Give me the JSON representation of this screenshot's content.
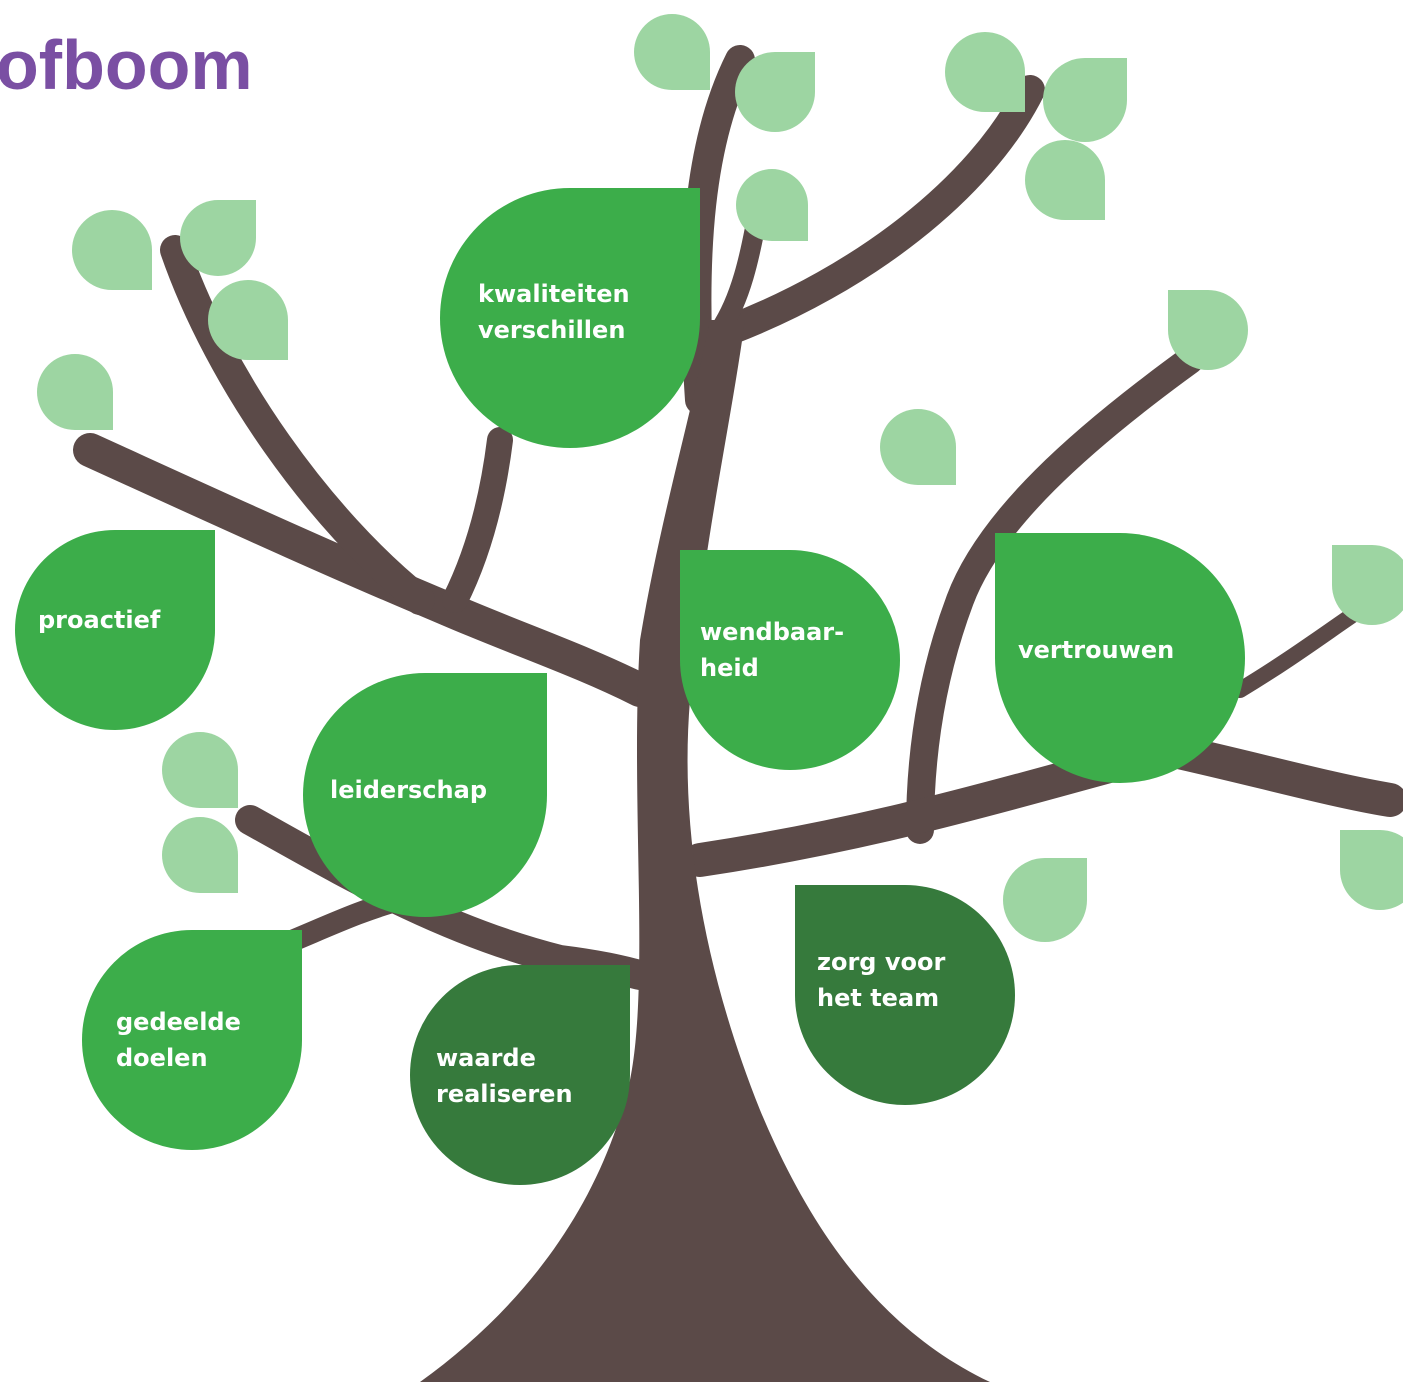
{
  "title": "ofboom",
  "colors": {
    "trunk": "#5b4a48",
    "leaf_light": "#9dd5a2",
    "leaf_medium": "#3cad4a",
    "leaf_dark": "#367a3c",
    "title": "#7a4fa3",
    "label": "#ffffff"
  },
  "leaves": [
    {
      "id": "kwaliteiten-verschillen",
      "lines": [
        "kwaliteiten",
        "verschillen"
      ],
      "shade": "medium"
    },
    {
      "id": "proactief",
      "lines": [
        "proactief"
      ],
      "shade": "medium"
    },
    {
      "id": "wendbaarheid",
      "lines": [
        "wendbaar-",
        "heid"
      ],
      "shade": "medium"
    },
    {
      "id": "vertrouwen",
      "lines": [
        "vertrouwen"
      ],
      "shade": "medium"
    },
    {
      "id": "leiderschap",
      "lines": [
        "leiderschap"
      ],
      "shade": "medium"
    },
    {
      "id": "gedeelde-doelen",
      "lines": [
        "gedeelde",
        "doelen"
      ],
      "shade": "medium"
    },
    {
      "id": "waarde-realiseren",
      "lines": [
        "waarde",
        "realiseren"
      ],
      "shade": "dark"
    },
    {
      "id": "zorg-voor-het-team",
      "lines": [
        "zorg voor",
        "het team"
      ],
      "shade": "dark"
    }
  ]
}
